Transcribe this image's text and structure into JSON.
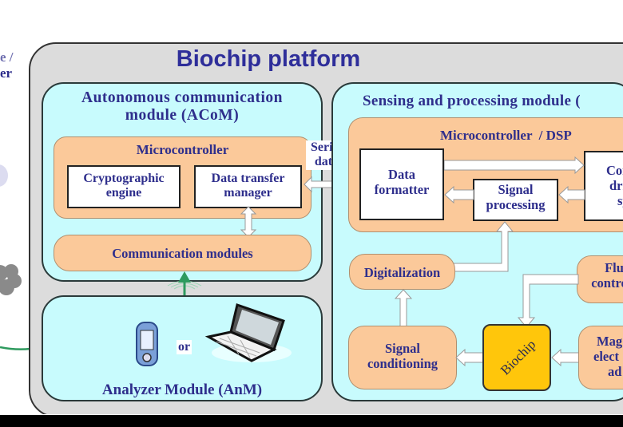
{
  "left_fragments": {
    "line1": "e /",
    "line2": "er"
  },
  "platform": {
    "title": "Biochip platform"
  },
  "acom": {
    "title_line1": "Autonomous communication",
    "title_line2": "module (ACoM)",
    "microcontroller": {
      "label": "Microcontroller",
      "crypto": {
        "line1": "Cryptographic",
        "line2": "engine"
      },
      "dtm": {
        "line1": "Data transfer",
        "line2": "manager"
      }
    },
    "comm_modules": "Communication modules"
  },
  "serial": {
    "line1": "Serial",
    "line2": "data"
  },
  "anm": {
    "or": "or",
    "title": "Analyzer Module (AnM)"
  },
  "spm": {
    "title": "Sensing and processing module (",
    "mcu": {
      "label": "Microcontroller  / DSP",
      "data_formatter": {
        "line1": "Data",
        "line2": "formatter"
      },
      "signal_processing": {
        "line1": "Signal",
        "line2": "processing"
      },
      "control": {
        "line1": "Con",
        "line2": "driv",
        "line3": "sy"
      }
    },
    "digitalization": "Digitalization",
    "fluidic": {
      "line1": "Flu",
      "line2": "contro"
    },
    "signal_conditioning": {
      "line1": "Signal",
      "line2": "conditioning"
    },
    "biochip": "Biochip",
    "magnetic": {
      "line1": "Mag",
      "line2": "elect",
      "line3": "ad"
    }
  },
  "colors": {
    "platform_bg": "#dcdcdc",
    "module_bg": "#c8fbfd",
    "block_bg": "#fbc99a",
    "biochip_bg": "#ffc60b",
    "text": "#2e2e8c",
    "wireless_arrow": "#2e9a5e"
  }
}
